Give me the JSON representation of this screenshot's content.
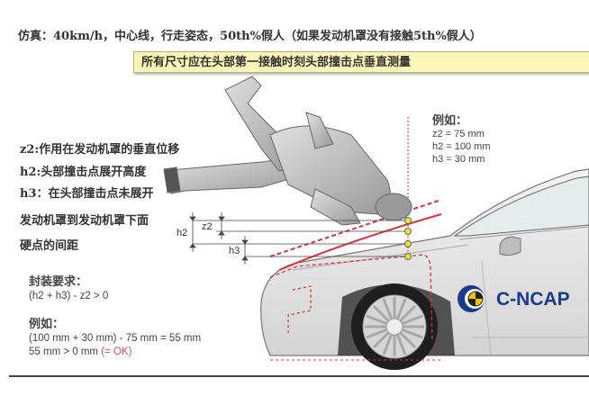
{
  "title": "仿真：40km/h，中心线，行走姿态，50th%假人（如果发动机罩没有接触5th%假人）",
  "note": "所有尺寸应在头部第一接触时刻头部撞击点垂直测量",
  "definitions": [
    "z2:作用在发动机罩的垂直位移",
    "h2:头部撞击点展开高度",
    "h3：在头部撞击点未展开",
    "发动机罩到发动机罩下面",
    "硬点的间距"
  ],
  "dimension_labels": {
    "h2": "h2",
    "z2": "z2",
    "h3": "h3"
  },
  "requirement": {
    "heading": "封装要求：",
    "formula": "(h2 + h3) - z2 > 0",
    "example_heading": "例如：",
    "example_line1": "(100 mm + 30 mm) - 75 mm = 55 mm",
    "example_line2": "55 mm > 0 mm",
    "example_result": "(= OK)"
  },
  "example_values": {
    "heading": "例如：",
    "z2": "z2 = 75 mm",
    "h2": "h2 = 100 mm",
    "h3": "h3 = 30 mm"
  },
  "logo": {
    "text": "C-NCAP",
    "color": "#1a3a8c"
  },
  "colors": {
    "note_bg": "#fbf6b8",
    "red_line": "#d9333f",
    "ok": "#d9534f"
  }
}
